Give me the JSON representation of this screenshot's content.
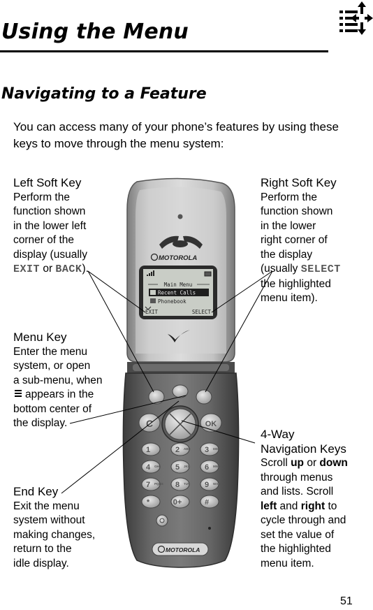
{
  "header": {
    "title": "Using the Menu",
    "menu_icon": "menu-navigation-icon"
  },
  "section": {
    "heading": "Navigating to a Feature",
    "intro": "You can access many of your phone’s features by using these keys to move through the menu system:"
  },
  "callouts": {
    "left_soft_key": {
      "title": "Left Soft Key",
      "lines": [
        "Perform the",
        "function shown",
        "in the lower left",
        "corner of the",
        "display (usually"
      ],
      "exit": "EXIT",
      "or": " or ",
      "back": "BACK",
      "end": ")."
    },
    "menu_key": {
      "title": "Menu Key",
      "lines": [
        "Enter the menu",
        "system, or open",
        "a sub-menu, when"
      ],
      "appears_line": "appears in the",
      "lines2": [
        "bottom center of",
        "the display."
      ]
    },
    "end_key": {
      "title": "End Key",
      "lines": [
        "Exit the menu",
        "system without",
        "making changes,",
        "return to the",
        "idle display."
      ]
    },
    "right_soft_key": {
      "title": "Right Soft Key",
      "lines": [
        "Perform the",
        "function shown",
        "in the lower",
        "right corner of",
        "the display"
      ],
      "usually": "(usually ",
      "select": "SELECT",
      "lines2": [
        "the highlighted",
        "menu item)."
      ]
    },
    "nav_keys": {
      "title_1": "4-Way",
      "title_2": "Navigation Keys",
      "scroll": "Scroll ",
      "up": "up",
      "or": " or ",
      "down": "down",
      "lines": [
        "through menus",
        "and lists. Scroll"
      ],
      "left": "left",
      "and": " and ",
      "right": "right",
      "to": " to",
      "lines2": [
        "cycle through and",
        "set the value of",
        "the highlighted",
        "menu item."
      ]
    }
  },
  "phone": {
    "brand": "MOTOROLA",
    "screen_title": "Main Menu",
    "menu_items": [
      "Recent Calls",
      "Phonebook"
    ],
    "soft_left": "EXIT",
    "soft_right": "SELECT",
    "keys": [
      "1",
      "2",
      "3",
      "4",
      "5",
      "6",
      "7",
      "8",
      "9",
      "*",
      "0+",
      "#"
    ],
    "key_letters": [
      "",
      "ABC",
      "DEF",
      "GHI",
      "JKL",
      "MNO",
      "PQRS",
      "TUV",
      "WXYZ",
      "",
      "",
      ""
    ],
    "clear_key": "C",
    "ok_key": "OK"
  },
  "page_number": "51"
}
